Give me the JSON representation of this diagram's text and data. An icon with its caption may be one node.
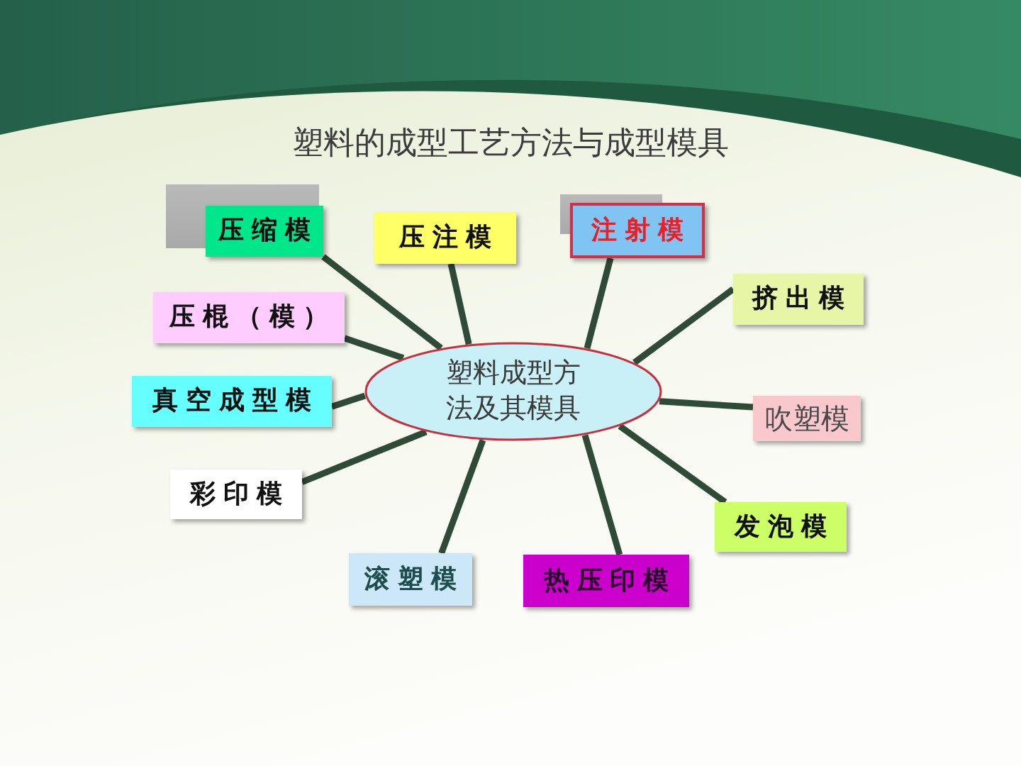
{
  "diagram": {
    "title": "塑料的成型工艺方法与成型模具",
    "nodes": [
      {
        "text": [
          "压缩模"
        ]
      },
      {
        "text": [
          "压注模"
        ]
      },
      {
        "text": [
          "注射模"
        ]
      },
      {
        "text": [
          "挤出模"
        ]
      },
      {
        "text": [
          "压棍（模）"
        ]
      },
      {
        "text": [
          "塑料成型方法及其模具"
        ]
      },
      {
        "text": [
          "真空成型模"
        ]
      },
      {
        "text": [
          "吹塑模"
        ]
      },
      {
        "text": [
          "彩印模"
        ]
      },
      {
        "text": [
          "发泡模"
        ]
      },
      {
        "text": [
          "滚塑模"
        ]
      },
      {
        "text": [
          "热压印模"
        ]
      }
    ],
    "edges": [
      {
        "from": 5,
        "to": 0,
        "arrow": "none"
      },
      {
        "from": 5,
        "to": 1,
        "arrow": "none"
      },
      {
        "from": 5,
        "to": 2,
        "arrow": "none"
      },
      {
        "from": 5,
        "to": 3,
        "arrow": "none"
      },
      {
        "from": 5,
        "to": 4,
        "arrow": "none"
      },
      {
        "from": 5,
        "to": 6,
        "arrow": "none"
      },
      {
        "from": 5,
        "to": 7,
        "arrow": "none"
      },
      {
        "from": 5,
        "to": 8,
        "arrow": "none"
      },
      {
        "from": 5,
        "to": 9,
        "arrow": "none"
      },
      {
        "from": 5,
        "to": 10,
        "arrow": "none"
      },
      {
        "from": 5,
        "to": 11,
        "arrow": "none"
      }
    ]
  }
}
